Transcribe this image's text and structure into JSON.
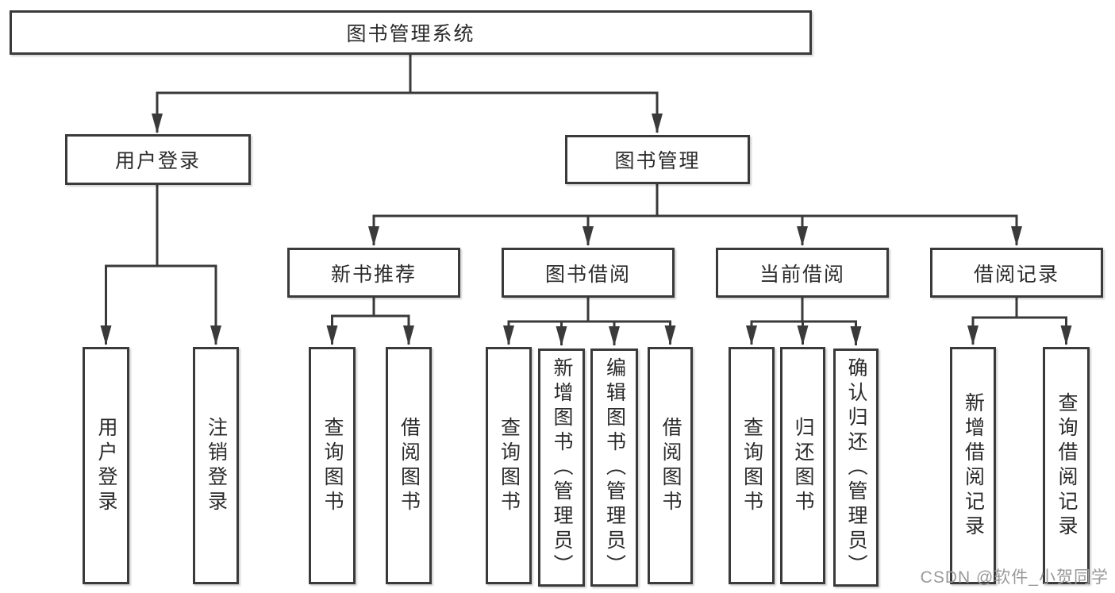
{
  "tree": {
    "label": "图书管理系统",
    "children": [
      {
        "label": "用户登录",
        "children": [
          {
            "label": "用户登录"
          },
          {
            "label": "注销登录"
          }
        ]
      },
      {
        "label": "图书管理",
        "children": [
          {
            "label": "新书推荐",
            "children": [
              {
                "label": "查询图书"
              },
              {
                "label": "借阅图书"
              }
            ]
          },
          {
            "label": "图书借阅",
            "children": [
              {
                "label": "查询图书"
              },
              {
                "label": "新增图书（管理员）"
              },
              {
                "label": "编辑图书（管理员）"
              },
              {
                "label": "借阅图书"
              }
            ]
          },
          {
            "label": "当前借阅",
            "children": [
              {
                "label": "查询图书"
              },
              {
                "label": "归还图书"
              },
              {
                "label": "确认归还（管理员）"
              }
            ]
          },
          {
            "label": "借阅记录",
            "children": [
              {
                "label": "新增借阅记录"
              },
              {
                "label": "查询借阅记录"
              }
            ]
          }
        ]
      }
    ]
  },
  "watermark": {
    "text": "CSDN @软件_小贺同学"
  },
  "colors": {
    "line": "#3a3a3a",
    "text": "#2b2b2b",
    "background": "#ffffff",
    "watermark": "#9a9a9a"
  }
}
